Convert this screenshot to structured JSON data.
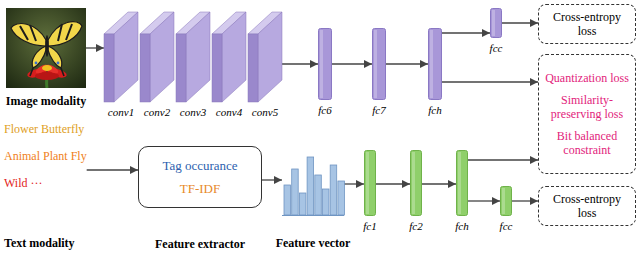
{
  "diagram": {
    "nodes": [
      {
        "text": [
          "Image modality"
        ]
      },
      {
        "text": [
          "conv1"
        ]
      },
      {
        "text": [
          "conv2"
        ]
      },
      {
        "text": [
          "conv3"
        ]
      },
      {
        "text": [
          "conv4"
        ]
      },
      {
        "text": [
          "conv5"
        ]
      },
      {
        "text": [
          "fc6"
        ]
      },
      {
        "text": [
          "fc7"
        ]
      },
      {
        "text": [
          "fch"
        ]
      },
      {
        "text": [
          "fcc"
        ]
      },
      {
        "text": [
          "Cross-entropy loss"
        ]
      },
      {
        "text": [
          "Quantization loss",
          "Similarity-preserving loss",
          "Bit balanced constraint"
        ]
      },
      {
        "text": [
          "Flower Butterfly",
          "Animal Plant Fly",
          "Wild ···",
          "Text modality"
        ]
      },
      {
        "text": [
          "Tag occurance",
          "TF-IDF",
          "Feature extractor"
        ]
      },
      {
        "text": [
          "Feature vector"
        ]
      },
      {
        "text": [
          "fc1"
        ]
      },
      {
        "text": [
          "fc2"
        ]
      },
      {
        "text": [
          "fch"
        ]
      },
      {
        "text": [
          "fcc"
        ]
      },
      {
        "text": [
          "Cross-entropy loss"
        ]
      }
    ],
    "edges": [
      {
        "from": 0,
        "to": 1,
        "arrow": "to"
      },
      {
        "from": 5,
        "to": 6,
        "arrow": "to"
      },
      {
        "from": 6,
        "to": 7,
        "arrow": "to"
      },
      {
        "from": 7,
        "to": 8,
        "arrow": "to"
      },
      {
        "from": 8,
        "to": 9,
        "arrow": "to"
      },
      {
        "from": 9,
        "to": 10,
        "arrow": "to"
      },
      {
        "from": 8,
        "to": 11,
        "arrow": "to"
      },
      {
        "from": 12,
        "to": 13,
        "arrow": "to"
      },
      {
        "from": 13,
        "to": 14,
        "arrow": "to"
      },
      {
        "from": 14,
        "to": 15,
        "arrow": "to"
      },
      {
        "from": 15,
        "to": 16,
        "arrow": "to"
      },
      {
        "from": 16,
        "to": 17,
        "arrow": "to"
      },
      {
        "from": 17,
        "to": 11,
        "arrow": "to"
      },
      {
        "from": 17,
        "to": 18,
        "arrow": "to"
      },
      {
        "from": 18,
        "to": 19,
        "arrow": "to"
      }
    ]
  }
}
